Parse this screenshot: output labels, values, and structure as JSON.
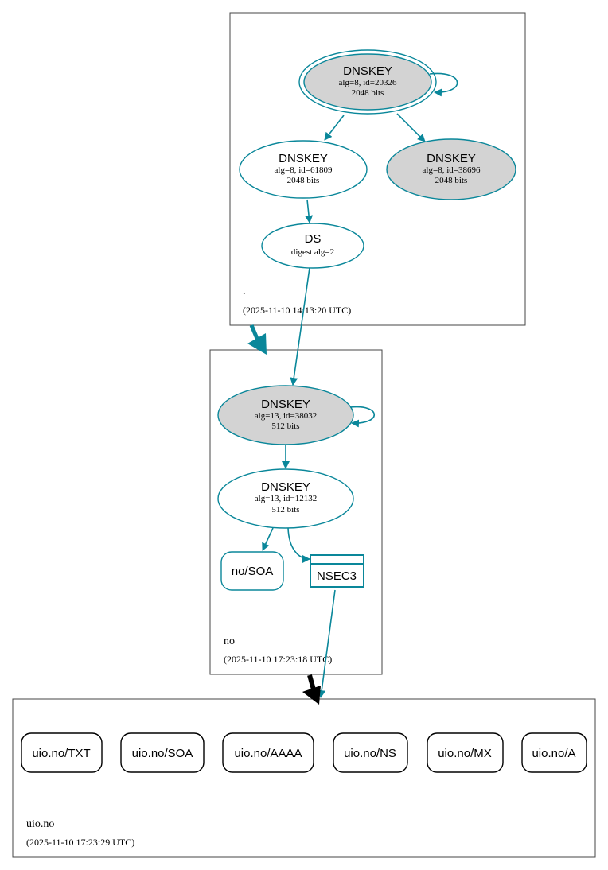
{
  "zones": {
    "root": {
      "name": ".",
      "timestamp": "(2025-11-10 14:13:20 UTC)",
      "ksk": {
        "title": "DNSKEY",
        "params": "alg=8, id=20326",
        "bits": "2048 bits"
      },
      "zsk": {
        "title": "DNSKEY",
        "params": "alg=8, id=61809",
        "bits": "2048 bits"
      },
      "key3": {
        "title": "DNSKEY",
        "params": "alg=8, id=38696",
        "bits": "2048 bits"
      },
      "ds": {
        "title": "DS",
        "params": "digest alg=2"
      }
    },
    "no": {
      "name": "no",
      "timestamp": "(2025-11-10 17:23:18 UTC)",
      "ksk": {
        "title": "DNSKEY",
        "params": "alg=13, id=38032",
        "bits": "512 bits"
      },
      "zsk": {
        "title": "DNSKEY",
        "params": "alg=13, id=12132",
        "bits": "512 bits"
      },
      "soa": "no/SOA",
      "nsec3": "NSEC3"
    },
    "uio": {
      "name": "uio.no",
      "timestamp": "(2025-11-10 17:23:29 UTC)",
      "records": [
        "uio.no/TXT",
        "uio.no/SOA",
        "uio.no/AAAA",
        "uio.no/NS",
        "uio.no/MX",
        "uio.no/A"
      ]
    }
  },
  "colors": {
    "edge": "#0a879a",
    "signing_key_fill": "#d3d3d3",
    "delegation_arrow_root": "#0a879a",
    "delegation_arrow_no": "#000000"
  }
}
